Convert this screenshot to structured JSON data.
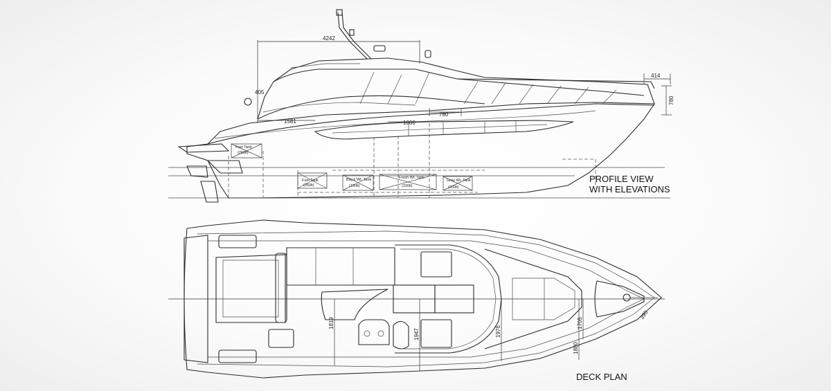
{
  "profile": {
    "label_line1": "PROFILE VIEW",
    "label_line2": "WITH ELEVATIONS",
    "dimensions": {
      "overall_top": "4242",
      "bow_offset": "414",
      "bow_height": "780",
      "small_left": "405",
      "cabin_a": "1581",
      "cabin_b": "1000",
      "cabin_c": "780"
    },
    "tanks": {
      "fuel_aft_name": "Fuel Tank",
      "fuel_aft_cap": "(266lt)",
      "fuel_name": "Fuel Tank",
      "fuel_cap": "(260lt)",
      "black_name": "Black Wt. Tank",
      "black_cap": "(150lt)",
      "fresh_name": "Fresh Wt. Tank",
      "fresh_cap": "(330lt)",
      "grey_name": "Grey Wt. Tank",
      "grey_cap": "(200lt)"
    }
  },
  "deck": {
    "label": "DECK PLAN",
    "dimensions": {
      "beam_a": "1819",
      "beam_b": "1947",
      "beam_c": "1976",
      "beam_d": "1705",
      "beam_e": "1800",
      "bow": "390"
    }
  }
}
